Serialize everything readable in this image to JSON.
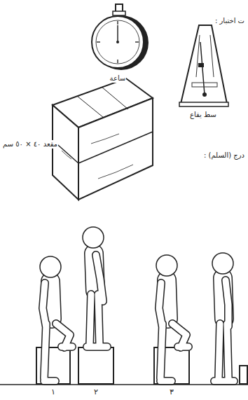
{
  "diagram": {
    "labels": [
      "ت اختبار :",
      "ساعة",
      "سط يقاع",
      "مقعد ٤٠ × ٥٠ سم",
      "درج (السلم) :",
      "١",
      "٢",
      "٣"
    ]
  }
}
